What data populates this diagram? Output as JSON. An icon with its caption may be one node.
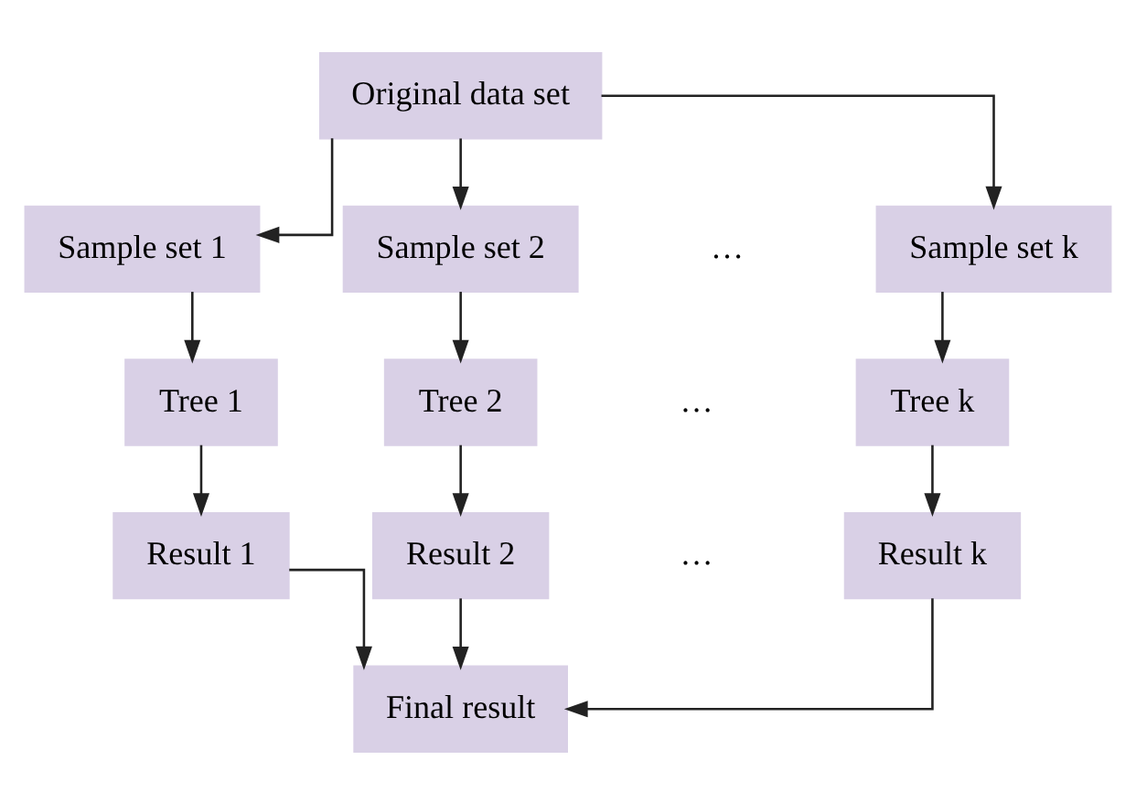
{
  "diagram": {
    "nodes": [
      {
        "text": [
          "Original data set"
        ]
      },
      {
        "text": [
          "Sample set 1"
        ]
      },
      {
        "text": [
          "Sample set 2"
        ]
      },
      {
        "text": [
          "Sample set k"
        ]
      },
      {
        "text": [
          "Tree 1"
        ]
      },
      {
        "text": [
          "Tree 2"
        ]
      },
      {
        "text": [
          "Tree k"
        ]
      },
      {
        "text": [
          "Result 1"
        ]
      },
      {
        "text": [
          "Result 2"
        ]
      },
      {
        "text": [
          "Result k"
        ]
      },
      {
        "text": [
          "Final result"
        ]
      }
    ],
    "edges": [
      {
        "from": 0,
        "to": 1,
        "arrow": "to"
      },
      {
        "from": 0,
        "to": 2,
        "arrow": "to"
      },
      {
        "from": 0,
        "to": 3,
        "arrow": "to"
      },
      {
        "from": 1,
        "to": 4,
        "arrow": "to"
      },
      {
        "from": 2,
        "to": 5,
        "arrow": "to"
      },
      {
        "from": 3,
        "to": 6,
        "arrow": "to"
      },
      {
        "from": 4,
        "to": 7,
        "arrow": "to"
      },
      {
        "from": 5,
        "to": 8,
        "arrow": "to"
      },
      {
        "from": 6,
        "to": 9,
        "arrow": "to"
      },
      {
        "from": 7,
        "to": 10,
        "arrow": "to"
      },
      {
        "from": 8,
        "to": 10,
        "arrow": "to"
      },
      {
        "from": 9,
        "to": 10,
        "arrow": "to"
      }
    ],
    "labels": [
      "…",
      "…",
      "…"
    ]
  }
}
